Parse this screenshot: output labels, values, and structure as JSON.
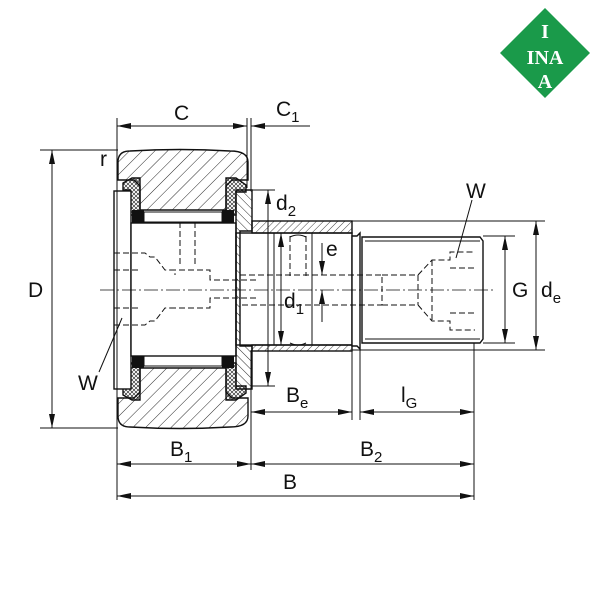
{
  "logo": {
    "text_top": "I",
    "text_mid": "INA",
    "text_bot": "A",
    "color": "#1a9a4a"
  },
  "dimensions": {
    "C": "C",
    "C1": {
      "base": "C",
      "sub": "1"
    },
    "r": "r",
    "D": "D",
    "d2": {
      "base": "d",
      "sub": "2"
    },
    "d1": {
      "base": "d",
      "sub": "1"
    },
    "e": "e",
    "W_right": "W",
    "W_left": "W",
    "G": "G",
    "de": {
      "base": "d",
      "sub": "e"
    },
    "Be": {
      "base": "B",
      "sub": "e"
    },
    "lG": {
      "base": "l",
      "sub": "G"
    },
    "B1": {
      "base": "B",
      "sub": "1"
    },
    "B2": {
      "base": "B",
      "sub": "2"
    },
    "B": "B"
  },
  "colors": {
    "line": "#111111",
    "background": "#ffffff",
    "brand": "#1a9a4a"
  }
}
